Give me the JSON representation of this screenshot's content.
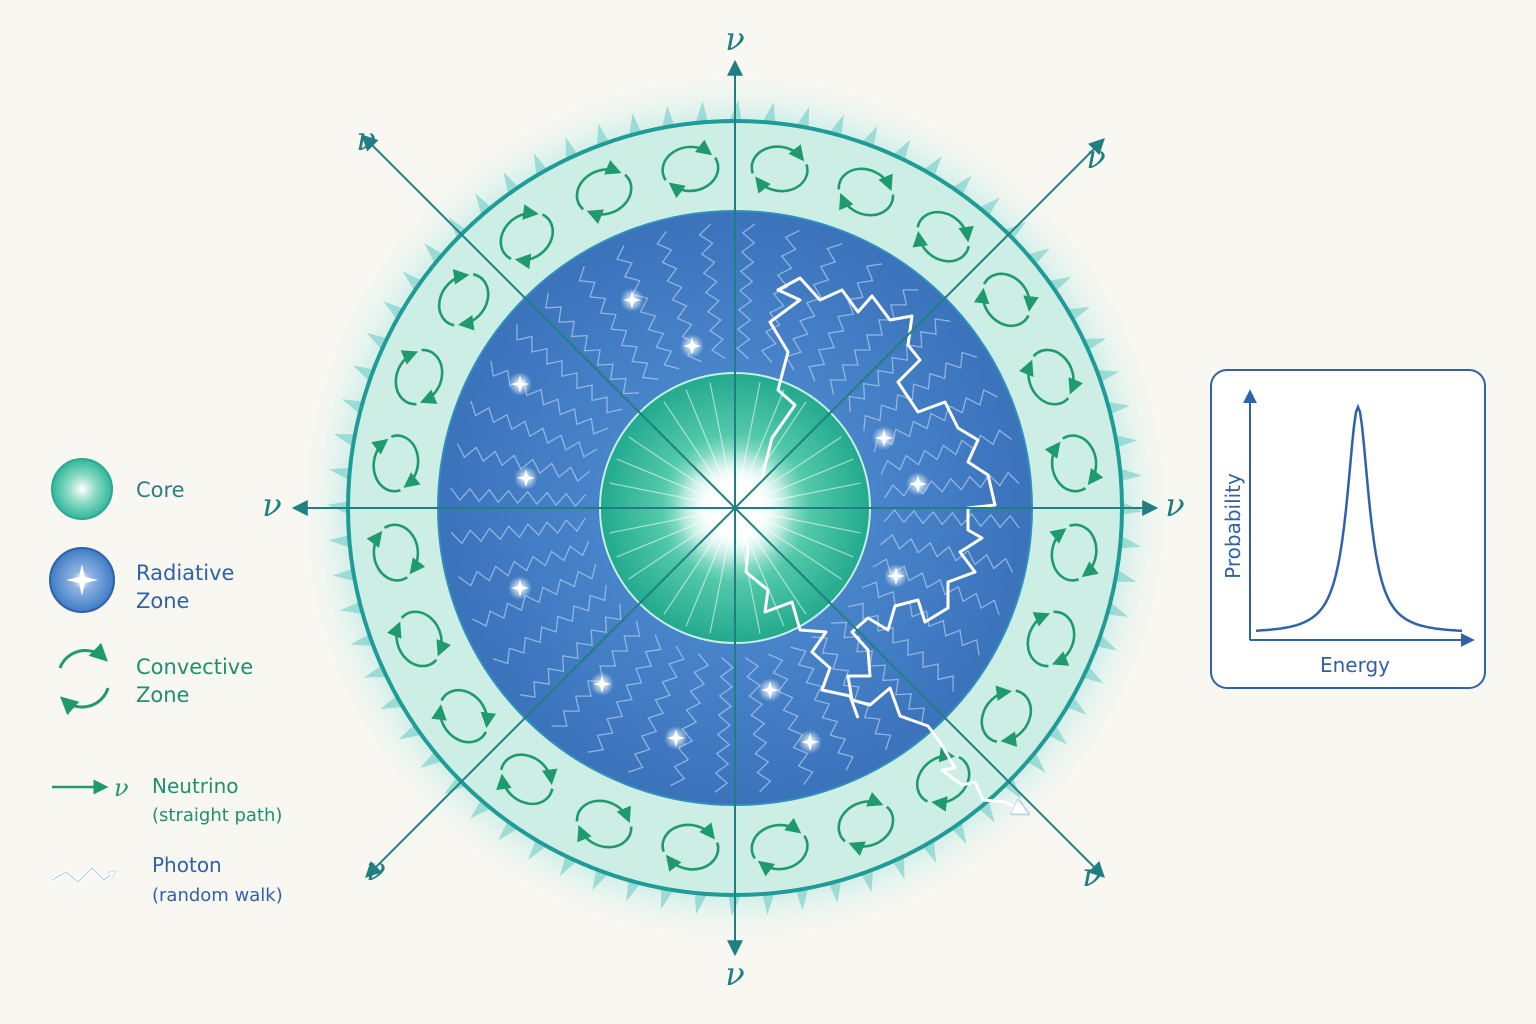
{
  "legend": {
    "core": "Core",
    "radiative": [
      "Radiative",
      "Zone"
    ],
    "convective": [
      "Convective",
      "Zone"
    ],
    "neutrino": [
      "Neutrino",
      "(straight path)"
    ],
    "neutrino_symbol": "ν",
    "photon": [
      "Photon",
      "(random walk)"
    ]
  },
  "neutrino_symbol": "ν",
  "inset": {
    "xlabel": "Energy",
    "ylabel": "Probability"
  },
  "colors": {
    "core": "#2fb79c",
    "radiative": "#3f7cc4",
    "convective_fill": "#cdeee4",
    "convective_arrow": "#1e9a6e",
    "neutrino": "#1f7f82",
    "photon": "#ffffff",
    "inset_line": "#2f62a8"
  }
}
